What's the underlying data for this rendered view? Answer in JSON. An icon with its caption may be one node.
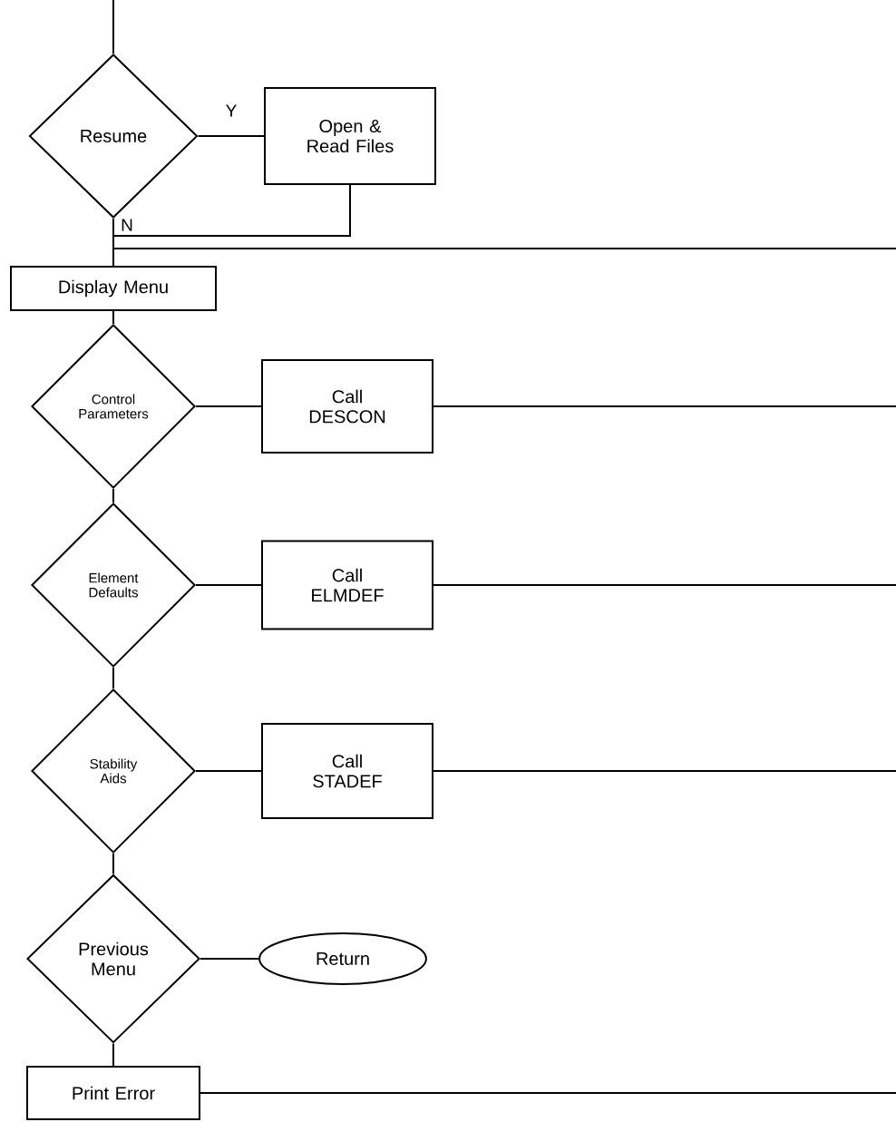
{
  "diagram": {
    "nodes": [
      {
        "text": [
          "Resume"
        ]
      },
      {
        "text": [
          "Open & Read Files"
        ]
      },
      {
        "text": [
          "Display Menu"
        ]
      },
      {
        "text": [
          "Control Parameters"
        ]
      },
      {
        "text": [
          "Call DESCON"
        ]
      },
      {
        "text": [
          "Element Defaults"
        ]
      },
      {
        "text": [
          "Call ELMDEF"
        ]
      },
      {
        "text": [
          "Stability Aids"
        ]
      },
      {
        "text": [
          "Call STADEF"
        ]
      },
      {
        "text": [
          "Previous Menu"
        ]
      },
      {
        "text": [
          "Return"
        ]
      },
      {
        "text": [
          "Print Error"
        ]
      }
    ],
    "edges": [
      {
        "from": null,
        "to": 0,
        "arrow": "none"
      },
      {
        "from": 0,
        "to": 1,
        "arrow": "none",
        "label": "Y"
      },
      {
        "from": 0,
        "to": 2,
        "arrow": "none",
        "label": "N"
      },
      {
        "from": 1,
        "to": 2,
        "arrow": "none"
      },
      {
        "from": null,
        "to": 2,
        "arrow": "none"
      },
      {
        "from": 2,
        "to": 3,
        "arrow": "none"
      },
      {
        "from": 3,
        "to": 4,
        "arrow": "none"
      },
      {
        "from": 4,
        "to": null,
        "arrow": "none"
      },
      {
        "from": 3,
        "to": 5,
        "arrow": "none"
      },
      {
        "from": 5,
        "to": 6,
        "arrow": "none"
      },
      {
        "from": 6,
        "to": null,
        "arrow": "none"
      },
      {
        "from": 5,
        "to": 7,
        "arrow": "none"
      },
      {
        "from": 7,
        "to": 8,
        "arrow": "none"
      },
      {
        "from": 8,
        "to": null,
        "arrow": "none"
      },
      {
        "from": 7,
        "to": 9,
        "arrow": "none"
      },
      {
        "from": 9,
        "to": 10,
        "arrow": "none"
      },
      {
        "from": 9,
        "to": 11,
        "arrow": "none"
      },
      {
        "from": 11,
        "to": null,
        "arrow": "none"
      }
    ]
  }
}
